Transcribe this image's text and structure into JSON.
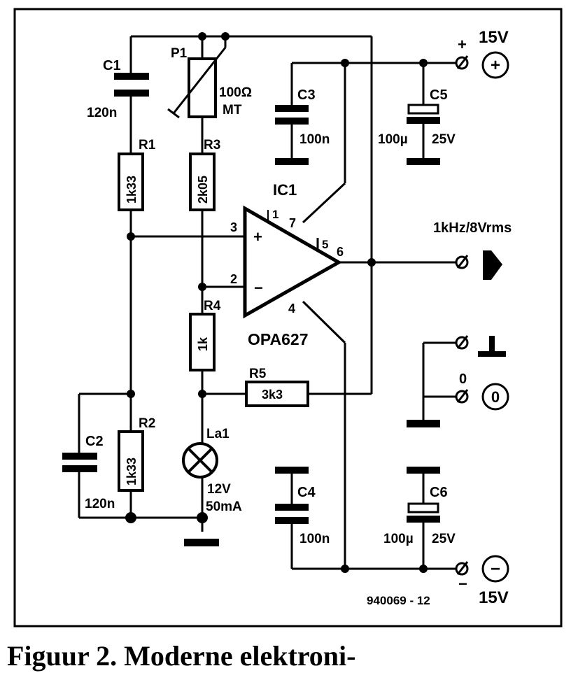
{
  "figure_id": "940069 - 12",
  "caption": "Figuur 2. Moderne elektroni-",
  "ic": {
    "ref": "IC1",
    "part": "OPA627",
    "pins": {
      "p1": "1",
      "p2": "2",
      "p3": "3",
      "p4": "4",
      "p5": "5",
      "p6": "6",
      "p7": "7"
    },
    "plus": "+",
    "minus": "−"
  },
  "components": {
    "c1": {
      "ref": "C1",
      "value": "120n"
    },
    "c2": {
      "ref": "C2",
      "value": "120n"
    },
    "c3": {
      "ref": "C3",
      "value": "100n"
    },
    "c4": {
      "ref": "C4",
      "value": "100n"
    },
    "c5": {
      "ref": "C5",
      "value": "100µ",
      "rating": "25V"
    },
    "c6": {
      "ref": "C6",
      "value": "100µ",
      "rating": "25V"
    },
    "r1": {
      "ref": "R1",
      "value": "1k33"
    },
    "r2": {
      "ref": "R2",
      "value": "1k33"
    },
    "r3": {
      "ref": "R3",
      "value": "2k05"
    },
    "r4": {
      "ref": "R4",
      "value": "1k"
    },
    "r5": {
      "ref": "R5",
      "value": "3k3"
    },
    "p1": {
      "ref": "P1",
      "value": "100Ω",
      "type": "MT"
    },
    "la1": {
      "ref": "La1",
      "voltage": "12V",
      "current": "50mA"
    }
  },
  "terminals": {
    "pos": {
      "sign": "+",
      "label": "15V",
      "symbol": "+"
    },
    "neg": {
      "sign": "−",
      "label": "15V",
      "symbol": "−"
    },
    "gnd": {
      "label": "0",
      "symbol": "0"
    },
    "output": {
      "label": "1kHz/8Vrms"
    }
  }
}
